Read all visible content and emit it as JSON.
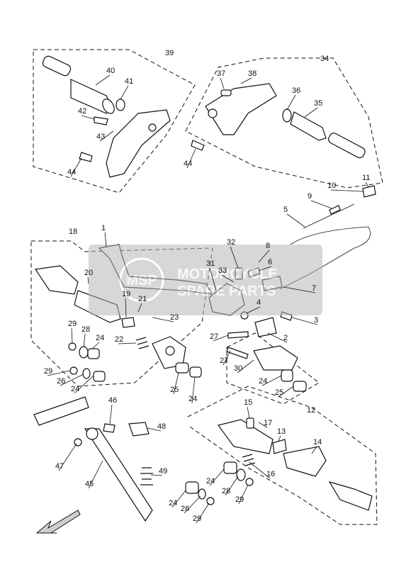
{
  "watermark": {
    "logo_text": "MSP",
    "line1": "MOTORCYCLE",
    "line2": "SPARE PARTS"
  },
  "callouts": [
    "1",
    "2",
    "3",
    "4",
    "5",
    "6",
    "7",
    "8",
    "9",
    "10",
    "11",
    "12",
    "13",
    "14",
    "15",
    "16",
    "17",
    "18",
    "19",
    "20",
    "21",
    "22",
    "23",
    "24",
    "25",
    "26",
    "27",
    "28",
    "29",
    "30",
    "31",
    "32",
    "33",
    "34",
    "35",
    "36",
    "37",
    "38",
    "39",
    "40",
    "41",
    "42",
    "43",
    "44",
    "45",
    "46",
    "47",
    "48",
    "49"
  ],
  "labels": [
    {
      "id": "39",
      "text": "39"
    },
    {
      "id": "40",
      "text": "40"
    },
    {
      "id": "41",
      "text": "41"
    },
    {
      "id": "42",
      "text": "42"
    },
    {
      "id": "43",
      "text": "43"
    },
    {
      "id": "44a",
      "text": "44"
    },
    {
      "id": "34",
      "text": "34"
    },
    {
      "id": "37",
      "text": "37"
    },
    {
      "id": "38",
      "text": "38"
    },
    {
      "id": "36",
      "text": "36"
    },
    {
      "id": "35",
      "text": "35"
    },
    {
      "id": "44b",
      "text": "44"
    },
    {
      "id": "11",
      "text": "11"
    },
    {
      "id": "10",
      "text": "10"
    },
    {
      "id": "9",
      "text": "9"
    },
    {
      "id": "5",
      "text": "5"
    },
    {
      "id": "18",
      "text": "18"
    },
    {
      "id": "1",
      "text": "1"
    },
    {
      "id": "32",
      "text": "32"
    },
    {
      "id": "8",
      "text": "8"
    },
    {
      "id": "31",
      "text": "31"
    },
    {
      "id": "33",
      "text": "33"
    },
    {
      "id": "6",
      "text": "6"
    },
    {
      "id": "7",
      "text": "7"
    },
    {
      "id": "20",
      "text": "20"
    },
    {
      "id": "19",
      "text": "19"
    },
    {
      "id": "21",
      "text": "21"
    },
    {
      "id": "23",
      "text": "23"
    },
    {
      "id": "4",
      "text": "4"
    },
    {
      "id": "3",
      "text": "3"
    },
    {
      "id": "2",
      "text": "2"
    },
    {
      "id": "29a",
      "text": "29"
    },
    {
      "id": "28a",
      "text": "28"
    },
    {
      "id": "24a",
      "text": "24"
    },
    {
      "id": "22",
      "text": "22"
    },
    {
      "id": "27a",
      "text": "27"
    },
    {
      "id": "27b",
      "text": "27"
    },
    {
      "id": "29b",
      "text": "29"
    },
    {
      "id": "26a",
      "text": "26"
    },
    {
      "id": "24b",
      "text": "24"
    },
    {
      "id": "25a",
      "text": "25"
    },
    {
      "id": "24c",
      "text": "24"
    },
    {
      "id": "30",
      "text": "30"
    },
    {
      "id": "24d",
      "text": "24"
    },
    {
      "id": "25b",
      "text": "25"
    },
    {
      "id": "12",
      "text": "12"
    },
    {
      "id": "15",
      "text": "15"
    },
    {
      "id": "17",
      "text": "17"
    },
    {
      "id": "13",
      "text": "13"
    },
    {
      "id": "14",
      "text": "14"
    },
    {
      "id": "16",
      "text": "16"
    },
    {
      "id": "46",
      "text": "46"
    },
    {
      "id": "48",
      "text": "48"
    },
    {
      "id": "47",
      "text": "47"
    },
    {
      "id": "49",
      "text": "49"
    },
    {
      "id": "45",
      "text": "45"
    },
    {
      "id": "24e",
      "text": "24"
    },
    {
      "id": "28b",
      "text": "28"
    },
    {
      "id": "29c",
      "text": "29"
    },
    {
      "id": "24f",
      "text": "24"
    },
    {
      "id": "26b",
      "text": "26"
    },
    {
      "id": "29d",
      "text": "29"
    }
  ]
}
